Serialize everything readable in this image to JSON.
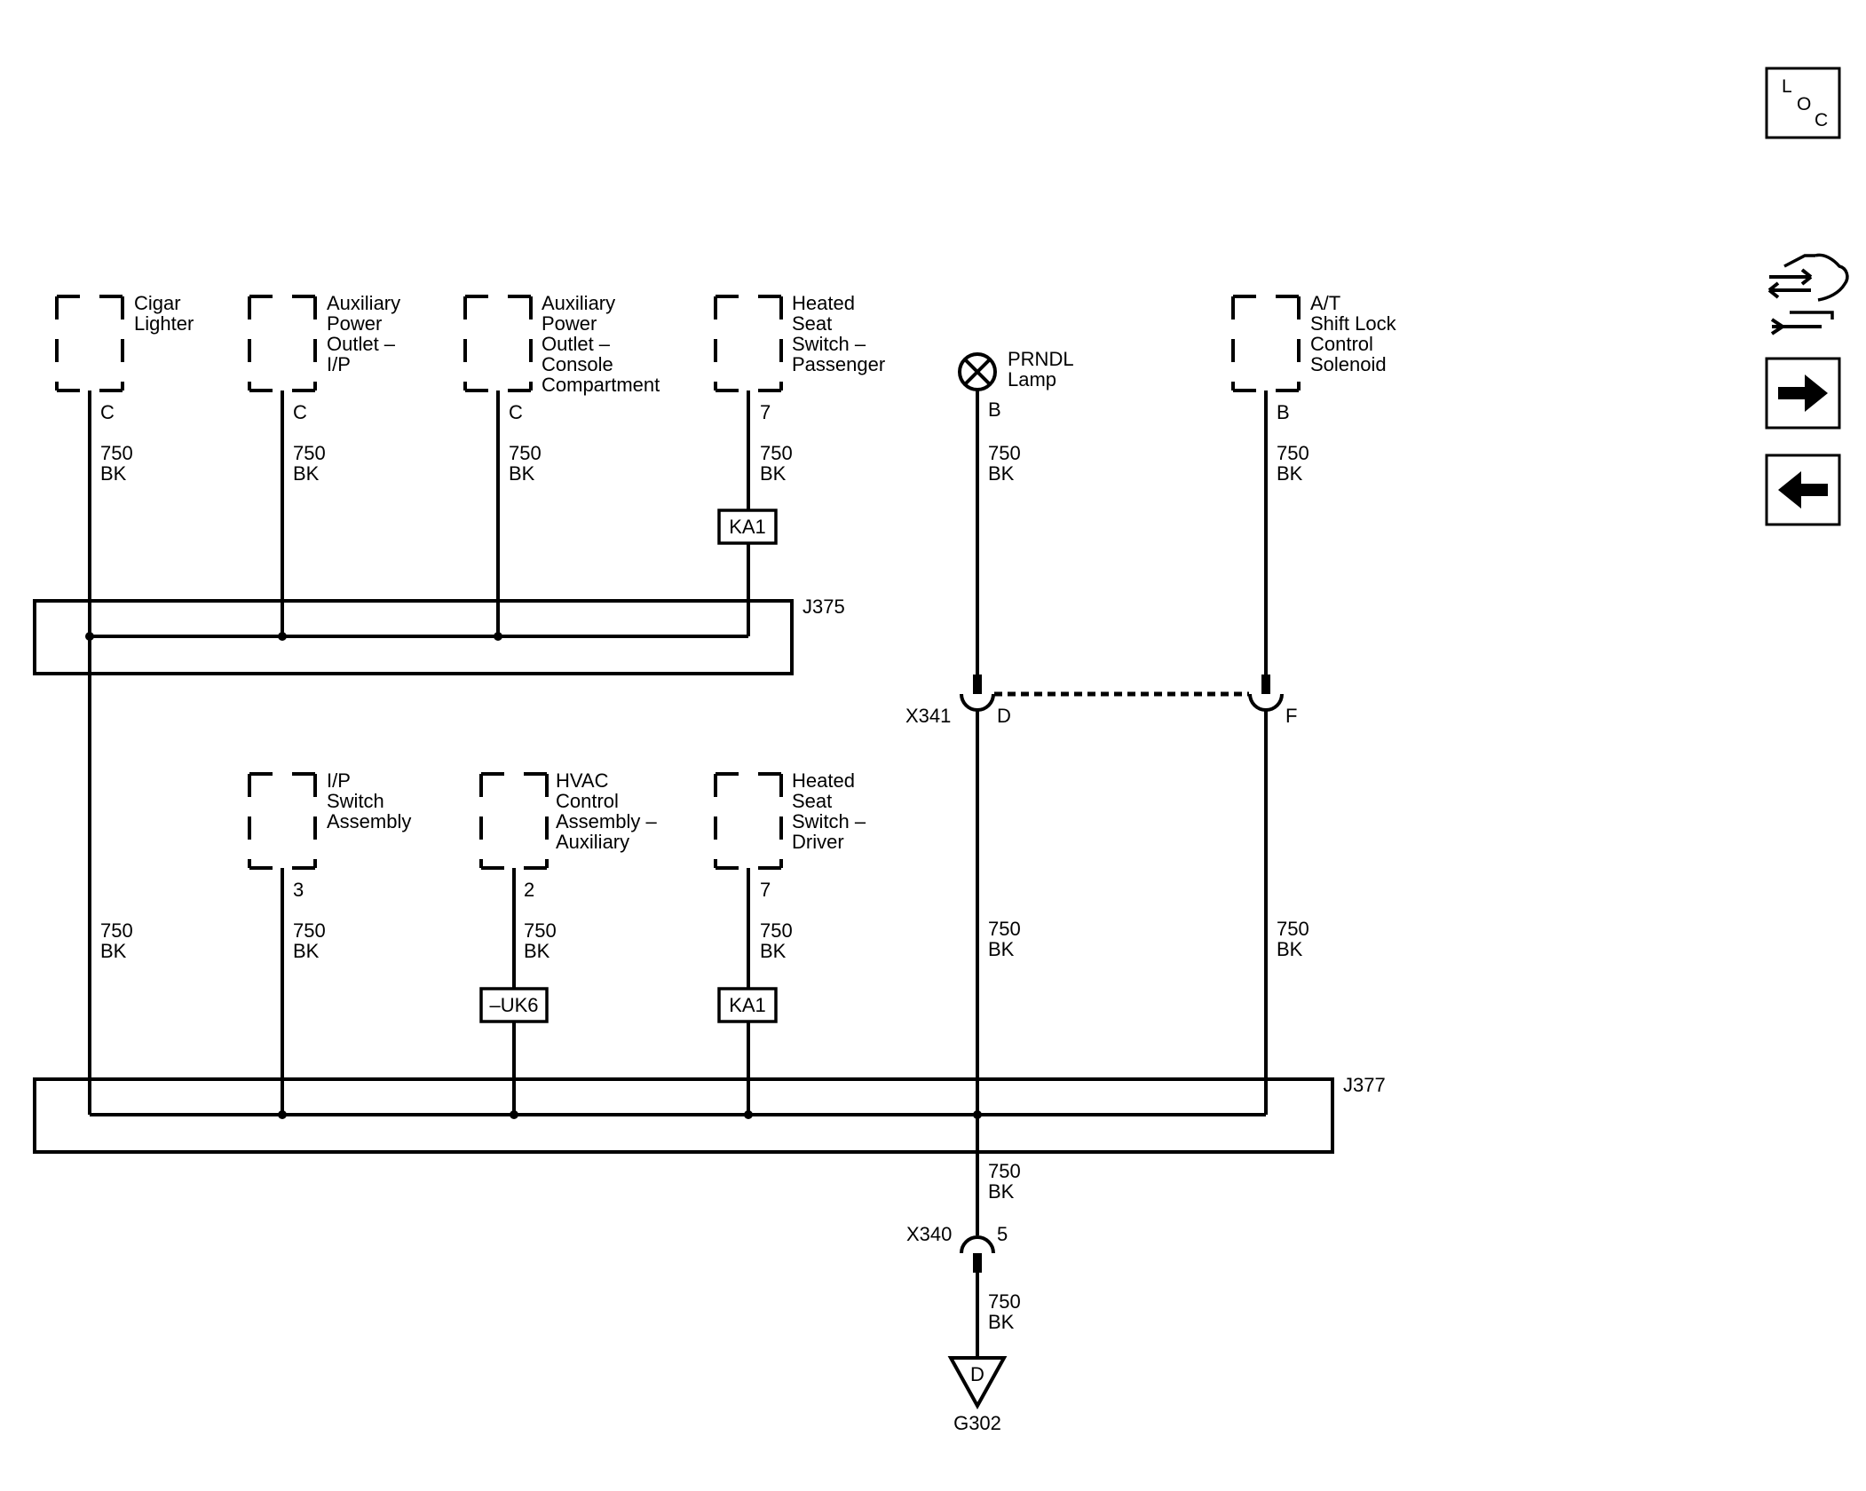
{
  "nav": {
    "loc_l": "L",
    "loc_o": "O",
    "loc_c": "C"
  },
  "components": {
    "cigar_lighter": [
      "Cigar",
      "Lighter"
    ],
    "aux_outlet_ip": [
      "Auxiliary",
      "Power",
      "Outlet –",
      "I/P"
    ],
    "aux_outlet_console": [
      "Auxiliary",
      "Power",
      "Outlet –",
      "Console",
      "Compartment"
    ],
    "heated_seat_pass": [
      "Heated",
      "Seat",
      "Switch –",
      "Passenger"
    ],
    "prndl_lamp": [
      "PRNDL",
      "Lamp"
    ],
    "at_shift_lock": [
      "A/T",
      "Shift Lock",
      "Control",
      "Solenoid"
    ],
    "ip_switch": [
      "I/P",
      "Switch",
      "Assembly"
    ],
    "hvac_control": [
      "HVAC",
      "Control",
      "Assembly –",
      "Auxiliary"
    ],
    "heated_seat_driver": [
      "Heated",
      "Seat",
      "Switch –",
      "Driver"
    ]
  },
  "pins": {
    "cigar_lighter": "C",
    "aux_outlet_ip": "C",
    "aux_outlet_console": "C",
    "heated_seat_pass": "7",
    "prndl_lamp": "B",
    "at_shift_lock": "B",
    "ip_switch": "3",
    "hvac_control": "2",
    "heated_seat_driver": "7",
    "x341_d": "D",
    "x341_f": "F",
    "x340": "5"
  },
  "wire": {
    "gauge": "750",
    "color": "BK"
  },
  "options": {
    "ka1_top": "KA1",
    "ka1_bottom": "KA1",
    "uk6": "–UK6"
  },
  "splices": {
    "j375": "J375",
    "j377": "J377"
  },
  "connectors": {
    "x341": "X341",
    "x340": "X340"
  },
  "ground": {
    "letter": "D",
    "name": "G302"
  }
}
